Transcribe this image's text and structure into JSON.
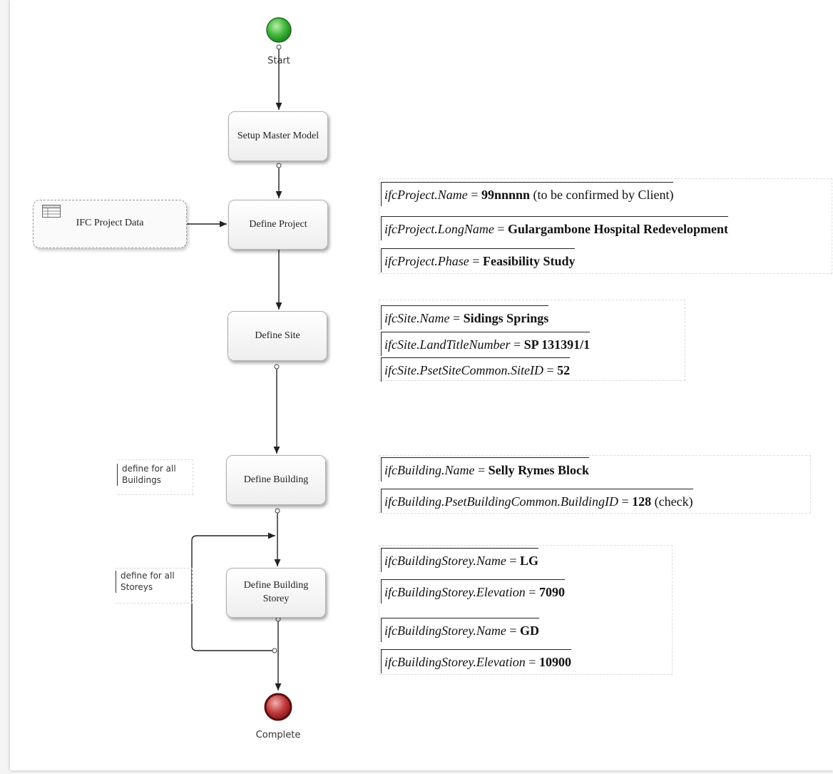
{
  "events": {
    "start": "Start",
    "end": "Complete"
  },
  "tasks": {
    "setup": "Setup Master Model",
    "project": "Define Project",
    "site": "Define Site",
    "building": "Define Building",
    "storey": "Define Building Storey"
  },
  "data_object": {
    "label": "IFC Project Data",
    "icon": "table-icon"
  },
  "annotations": {
    "buildings": "define for all Buildings",
    "storeys": "define for all Storeys"
  },
  "properties": {
    "project": [
      {
        "key": "ifcProject.Name",
        "eq": " = ",
        "value": "99nnnnn",
        "note": " (to be confirmed by Client)"
      },
      {
        "key": "ifcProject.LongName",
        "eq": " = ",
        "value": "Gulargambone Hospital Redevelopment",
        "note": ""
      },
      {
        "key": "ifcProject.Phase",
        "eq": " = ",
        "value": "Feasibility Study",
        "note": ""
      }
    ],
    "site": [
      {
        "key": "ifcSite.Name",
        "eq": " = ",
        "value": "Sidings Springs",
        "note": ""
      },
      {
        "key": "ifcSite.LandTitleNumber",
        "eq": " = ",
        "value": "SP 131391/1",
        "note": ""
      },
      {
        "key": "ifcSite.PsetSiteCommon.SiteID",
        "eq": " = ",
        "value": "52",
        "note": ""
      }
    ],
    "building": [
      {
        "key": "ifcBuilding.Name",
        "eq": " = ",
        "value": "Selly Rymes Block",
        "note": ""
      },
      {
        "key": "ifcBuilding.PsetBuildingCommon.BuildingID",
        "eq": " = ",
        "value": "128",
        "note": " (check)"
      }
    ],
    "storeys": [
      {
        "key": "ifcBuildingStorey.Name",
        "eq": " = ",
        "value": "LG",
        "note": ""
      },
      {
        "key": "ifcBuildingStorey.Elevation",
        "eq": " = ",
        "value": "7090",
        "note": ""
      },
      {
        "key": "ifcBuildingStorey.Name",
        "eq": " = ",
        "value": "GD",
        "note": ""
      },
      {
        "key": "ifcBuildingStorey.Elevation",
        "eq": " = ",
        "value": "10900",
        "note": ""
      }
    ]
  },
  "colors": {
    "start_event": "#3fb53a",
    "end_event": "#b3282a",
    "connector": "#222222"
  }
}
